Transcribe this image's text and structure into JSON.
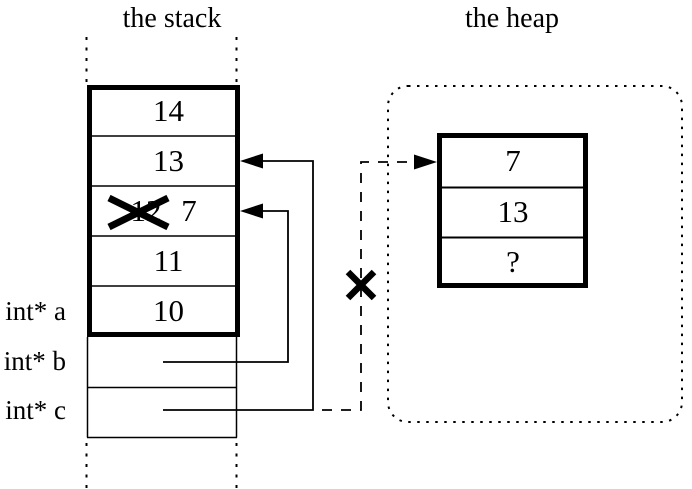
{
  "titles": {
    "stack": "the stack",
    "heap": "the heap"
  },
  "stack": {
    "cells": [
      {
        "value": "14",
        "crossed_out": false
      },
      {
        "value": "13",
        "crossed_out": false
      },
      {
        "value": "12",
        "crossed_out": true,
        "new_value": "7"
      },
      {
        "value": "11",
        "crossed_out": false
      },
      {
        "value": "10",
        "crossed_out": false
      }
    ]
  },
  "pointers": [
    {
      "label": "int* a"
    },
    {
      "label": "int* b"
    },
    {
      "label": "int* c"
    }
  ],
  "heap": {
    "cells": [
      {
        "value": "7"
      },
      {
        "value": "13"
      },
      {
        "value": "?"
      }
    ]
  },
  "icons": {
    "crossed_value": "x-cross-out",
    "invalid_pointer": "x-cross-out",
    "stack_arrows": "filled-left-arrowhead",
    "heap_arrow": "filled-right-arrowhead"
  },
  "colors": {
    "foreground": "#000000",
    "background": "#ffffff"
  }
}
